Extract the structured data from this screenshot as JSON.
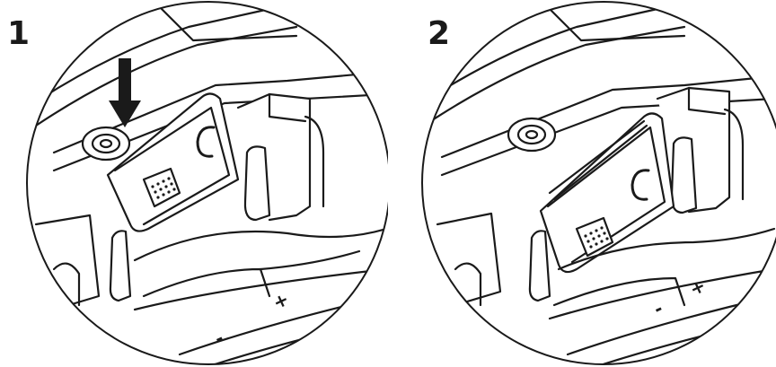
{
  "steps": [
    {
      "number": "1"
    },
    {
      "number": "2"
    }
  ],
  "marks": {
    "plus": "+",
    "minus": "-",
    "clip_letter": "C"
  },
  "colors": {
    "line": "#1a1a1a",
    "fill": "#ffffff",
    "arrow": "#1a1a1a"
  },
  "icons": {
    "press_arrow": "down-arrow-icon",
    "battery_clip": "battery-clip-icon"
  }
}
